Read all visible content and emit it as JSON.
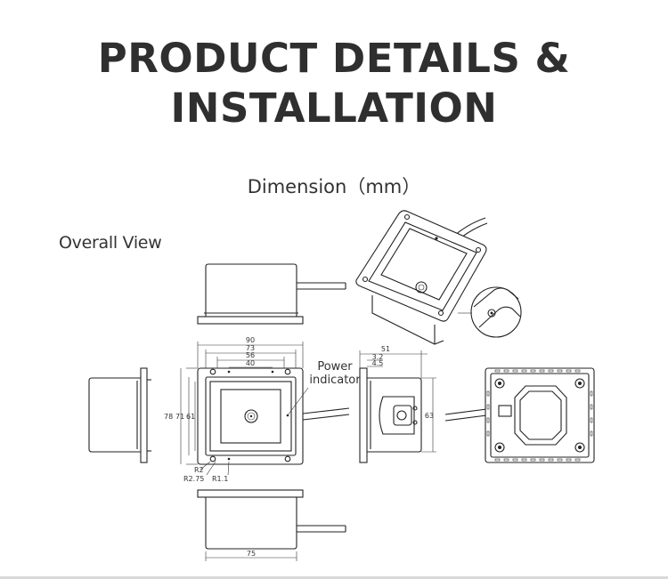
{
  "header": {
    "title_line1": "PRODUCT DETAILS &",
    "title_line2": "INSTALLATION",
    "subtitle": "Dimension（mm）"
  },
  "section": {
    "overall_view": "Overall View"
  },
  "callouts": {
    "power_line1": "Power",
    "power_line2": "indicator"
  },
  "dimensions": {
    "width_90": "90",
    "width_73": "73",
    "width_56": "56",
    "width_40": "40",
    "height_78": "78",
    "height_71": "71",
    "height_61": "61",
    "radius_2": "R2",
    "radius_2_75": "R2.75",
    "radius_1_1": "R1.1",
    "depth_51": "51",
    "depth_3_2": "3.2",
    "depth_4_5": "4.5",
    "height_63": "63",
    "bottom_75": "75"
  }
}
